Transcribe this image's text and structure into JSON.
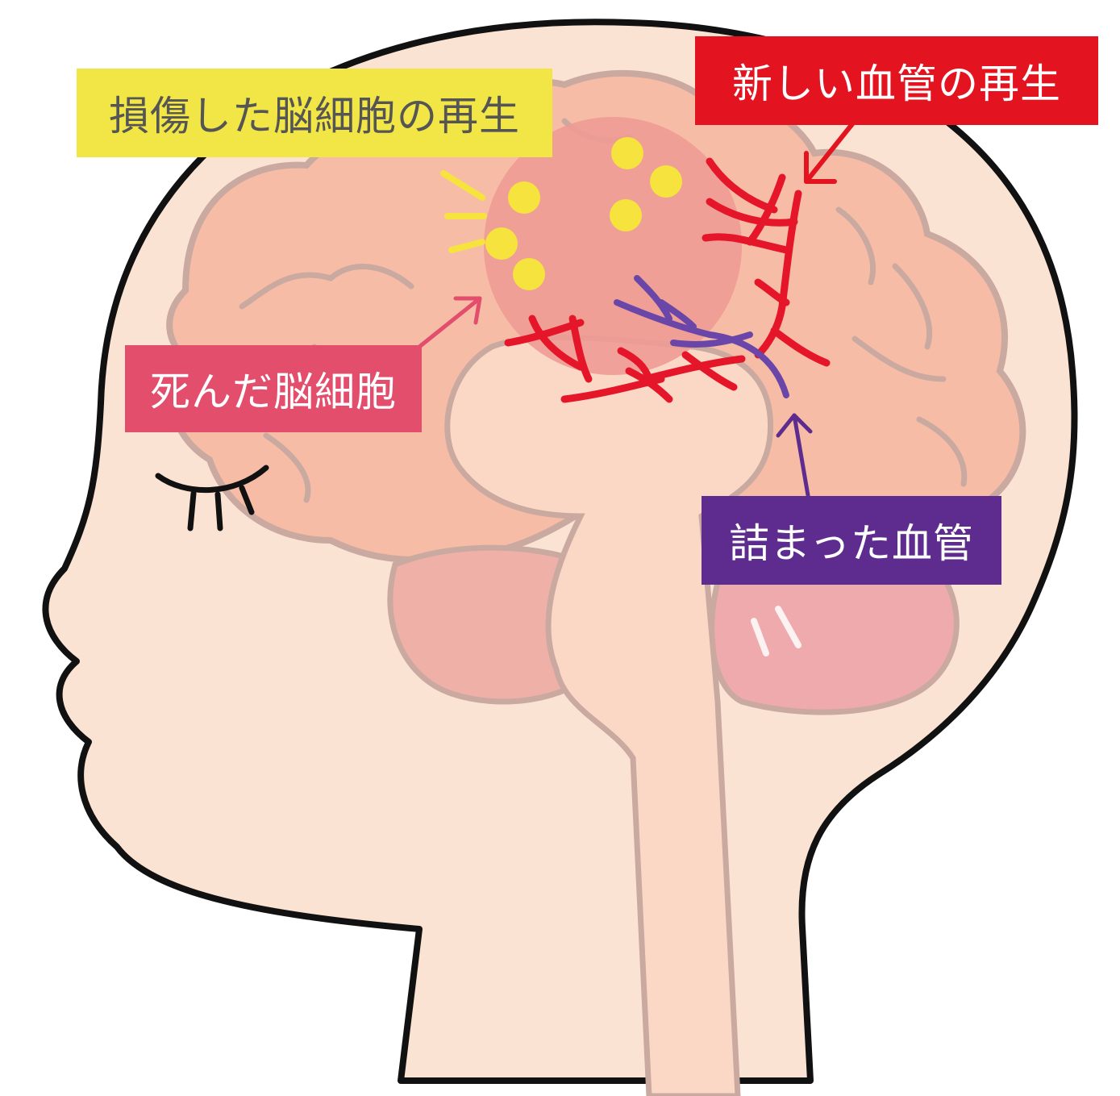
{
  "labels": {
    "regen_brain_cells": "損傷した脳細胞の再生",
    "new_vessels": "新しい血管の再生",
    "dead_brain_cells": "死んだ脳細胞",
    "blocked_vessel": "詰まった血管"
  },
  "colors": {
    "skin": "#fbe3d3",
    "outline": "#111111",
    "brain": "#f6bca6",
    "brain_line": "#c9a9a0",
    "cerebellum": "#efaaae",
    "damaged_area": "#ee9b93",
    "yellow_label": "#f1e645",
    "yellow_dots": "#f6e33e",
    "red_label": "#e3141f",
    "red_vessels": "#e5152a",
    "pink_label": "#e24e6c",
    "purple_label": "#5d2c8e",
    "purple_vessels": "#6a46a8"
  }
}
